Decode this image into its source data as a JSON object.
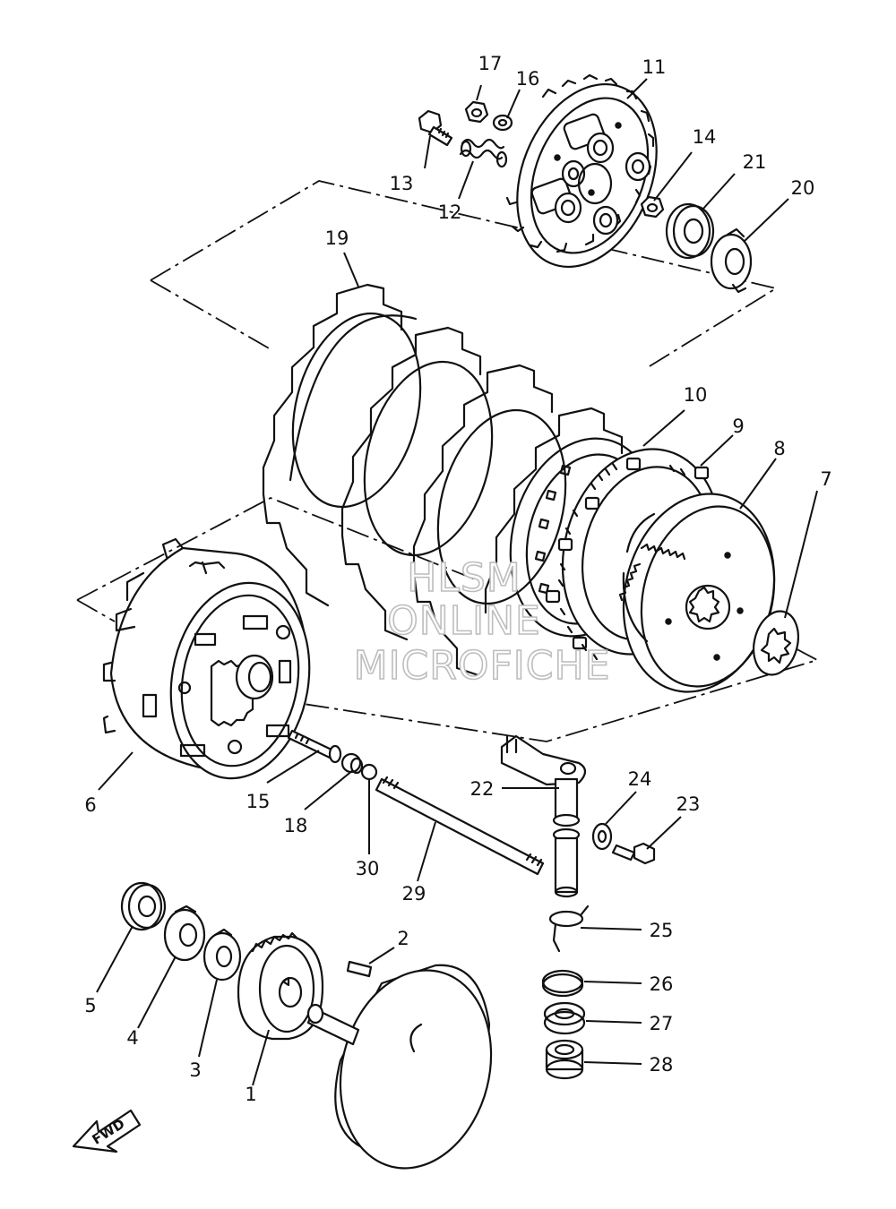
{
  "callouts": {
    "p1": "1",
    "p2": "2",
    "p3": "3",
    "p4": "4",
    "p5": "5",
    "p6": "6",
    "p7": "7",
    "p8": "8",
    "p9": "9",
    "p10": "10",
    "p11": "11",
    "p12": "12",
    "p13": "13",
    "p14": "14",
    "p15": "15",
    "p16": "16",
    "p17": "17",
    "p18": "18",
    "p19": "19",
    "p20": "20",
    "p21": "21",
    "p22": "22",
    "p23": "23",
    "p24": "24",
    "p25": "25",
    "p26": "26",
    "p27": "27",
    "p28": "28",
    "p29": "29",
    "p30": "30"
  },
  "watermark": {
    "line1": "HLSM",
    "line2": "ONLINE",
    "line3": "MICROFICHE"
  },
  "direction_badge": {
    "label": "FWD"
  }
}
